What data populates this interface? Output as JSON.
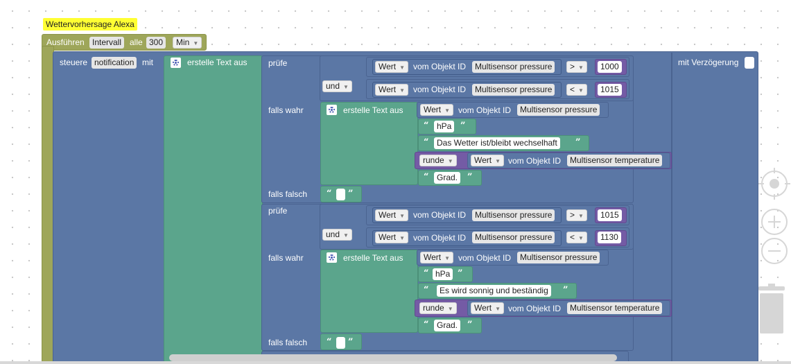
{
  "comment_title": "Wettervorhersage Alexa",
  "schedule": {
    "label": "Ausführen",
    "mode": "Intervall",
    "every": "alle",
    "value": "300",
    "unit": "Min"
  },
  "control": {
    "label": "steuere",
    "target": "notification",
    "with": "mit",
    "delay_label": "mit Verzögerung"
  },
  "create_text_label": "erstelle Text aus",
  "if_block": {
    "check": "prüfe",
    "if_true": "falls wahr",
    "if_false": "falls falsch"
  },
  "logic_and": "und",
  "value_label": "Wert",
  "object_label": "vom Objekt ID",
  "round_label": "runde",
  "objects": {
    "pressure": "Multisensor pressure",
    "temperature": "Multisensor temperature"
  },
  "cond1": {
    "op1": ">",
    "val1": "1000",
    "op2": "<",
    "val2": "1015"
  },
  "cond2": {
    "op1": ">",
    "val1": "1015",
    "op2": "<",
    "val2": "1130"
  },
  "texts": {
    "hpa": "hPa",
    "grad": "Grad.",
    "msg1": "Das Wetter ist/bleibt wechselhaft",
    "msg2": "Es wird sonnig und beständig"
  },
  "quote_open": "“",
  "quote_close": "”",
  "icons": [
    "gear-icon",
    "target-icon",
    "zoom-in-icon",
    "zoom-out-icon",
    "trash-icon"
  ]
}
